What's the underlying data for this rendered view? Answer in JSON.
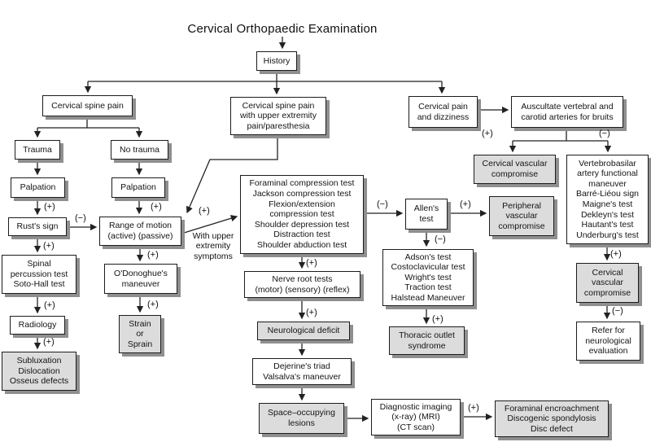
{
  "title": "Cervical Orthopaedic Examination",
  "labels": {
    "plus": "(+)",
    "minus": "(−)"
  },
  "annotation": "With upper\nextremity\nsymptoms",
  "colors": {
    "box_fill": "#ffffff",
    "shaded_box_fill": "#dcdcdc",
    "box_border": "#1c1c1c",
    "box_shadow": "#8f8f8f",
    "connector": "#222222"
  },
  "nodes": {
    "history": "History",
    "cervical_spine_pain": "Cervical spine pain",
    "trauma": "Trauma",
    "no_trauma": "No trauma",
    "palpation_left": "Palpation",
    "palpation_right": "Palpation",
    "rusts_sign": "Rust's sign",
    "range_of_motion": "Range of motion\n(active) (passive)",
    "spinal_percussion": "Spinal\npercussion test\nSoto-Hall test",
    "odonoghues": "O'Donoghue's\nmaneuver",
    "radiology": "Radiology",
    "strain_sprain": "Strain\nor\nSprain",
    "subluxation": "Subluxation\nDislocation\nOsseus defects",
    "csp_upper_extremity": "Cervical spine pain\nwith upper extremity\npain/paresthesia",
    "compression_tests": "Foraminal compression test\nJackson compression test\nFlexion/extension\ncompression test\nShoulder depression test\nDistraction test\nShoulder abduction test",
    "allens_test": "Allen's\ntest",
    "peripheral_vascular": "Peripheral\nvascular\ncompromise",
    "adsons_group": "Adson's test\nCostoclavicular test\nWright's test\nTraction test\nHalstead Maneuver",
    "thoracic_outlet": "Thoracic outlet\nsyndrome",
    "nerve_root_tests": "Nerve root tests\n(motor) (sensory) (reflex)",
    "neurological_deficit": "Neurological deficit",
    "dejerines": "Dejerine's triad\nValsalva's maneuver",
    "space_occupying": "Space–occupying\nlesions",
    "diagnostic_imaging": "Diagnostic imaging\n(x-ray) (MRI)\n(CT scan)",
    "foraminal_encroachment": "Foraminal encroachment\nDiscogenic spondylosis\nDisc defect",
    "cervical_pain_dizziness": "Cervical pain\nand dizziness",
    "auscultate": "Auscultate vertebral and\ncarotid arteries for bruits",
    "cervical_vascular_1": "Cervical vascular\ncompromise",
    "vertebrobasilar": "Vertebrobasilar\nartery functional\nmaneuver\nBarré-Liéou sign\nMaigne's test\nDekleyn's test\nHautant's test\nUnderburg's test",
    "cervical_vascular_2": "Cervical\nvascular\ncompromise",
    "refer_neuro": "Refer for\nneurological\nevaluation"
  }
}
